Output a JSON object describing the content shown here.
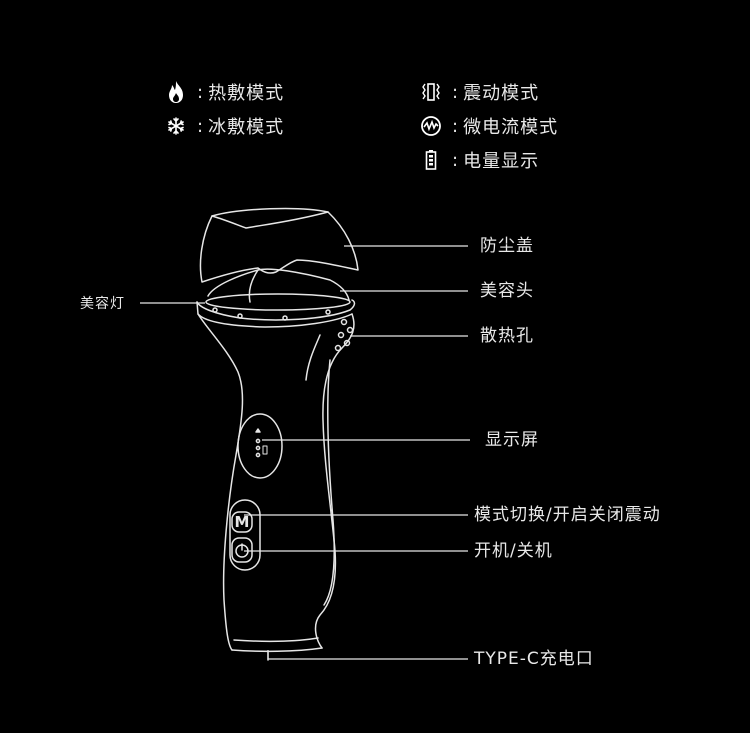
{
  "legend": {
    "hot": {
      "label": "热敷模式",
      "icon": "flame-icon"
    },
    "cold": {
      "label": "冰敷模式",
      "icon": "snowflake-icon"
    },
    "vibration": {
      "label": "震动模式",
      "icon": "vibration-icon"
    },
    "microcurrent": {
      "label": "微电流模式",
      "icon": "microcurrent-icon"
    },
    "battery": {
      "label": "电量显示",
      "icon": "battery-icon"
    }
  },
  "callouts": {
    "dust_cover": "防尘盖",
    "beauty_head": "美容头",
    "beauty_light": "美容灯",
    "vent_holes": "散热孔",
    "display": "显示屏",
    "mode_switch": "模式切换/开启关闭震动",
    "power": "开机/关机",
    "charge_port": "TYPE-C充电口"
  },
  "buttons": {
    "mode_letter": "M"
  },
  "colors": {
    "background": "#000000",
    "line": "#e6e6e6",
    "text": "#e8e8e8"
  }
}
